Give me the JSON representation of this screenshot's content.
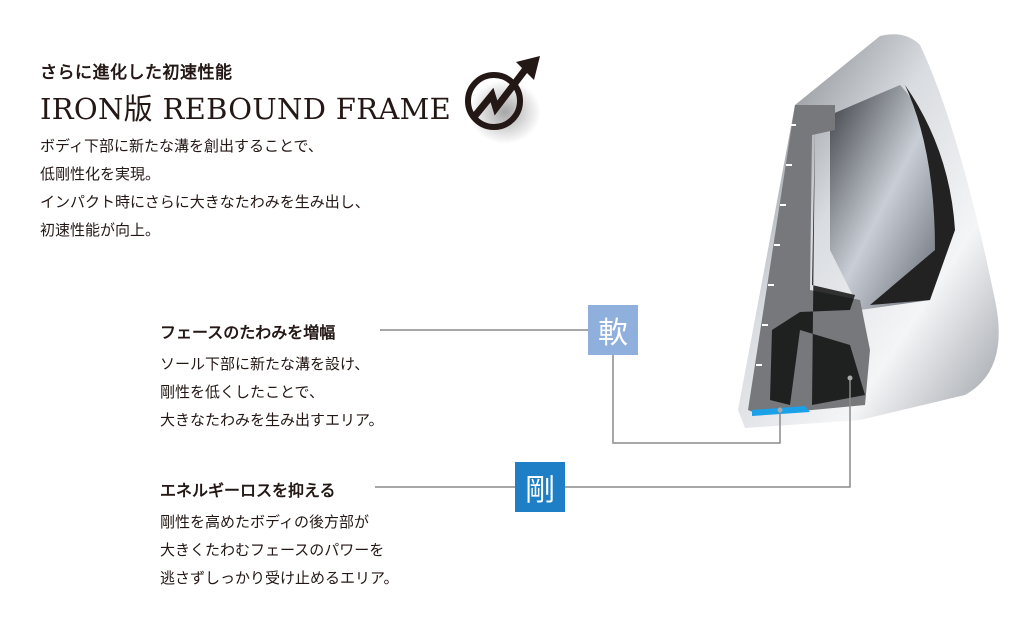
{
  "header": {
    "subtitle": "さらに進化した初速性能",
    "title": "IRON版 REBOUND FRAME",
    "body": [
      "ボディ下部に新たな溝を創出することで、",
      "低剛性化を実現。",
      "インパクト時にさらに大きなたわみを生み出し、",
      "初速性能が向上。"
    ]
  },
  "sections": [
    {
      "heading": "フェースのたわみを増幅",
      "tag": "軟",
      "tag_color": "#8fb0dc",
      "body": [
        "ソール下部に新たな溝を設け、",
        "剛性を低くしたことで、",
        "大きなたわみを生み出すエリア。"
      ]
    },
    {
      "heading": "エネルギーロスを抑える",
      "tag": "剛",
      "tag_color": "#1f7fc6",
      "body": [
        "剛性を高めたボディの後方部が",
        "大きくたわむフェースのパワーを",
        "逃さずしっかり受け止めるエリア。"
      ]
    }
  ]
}
